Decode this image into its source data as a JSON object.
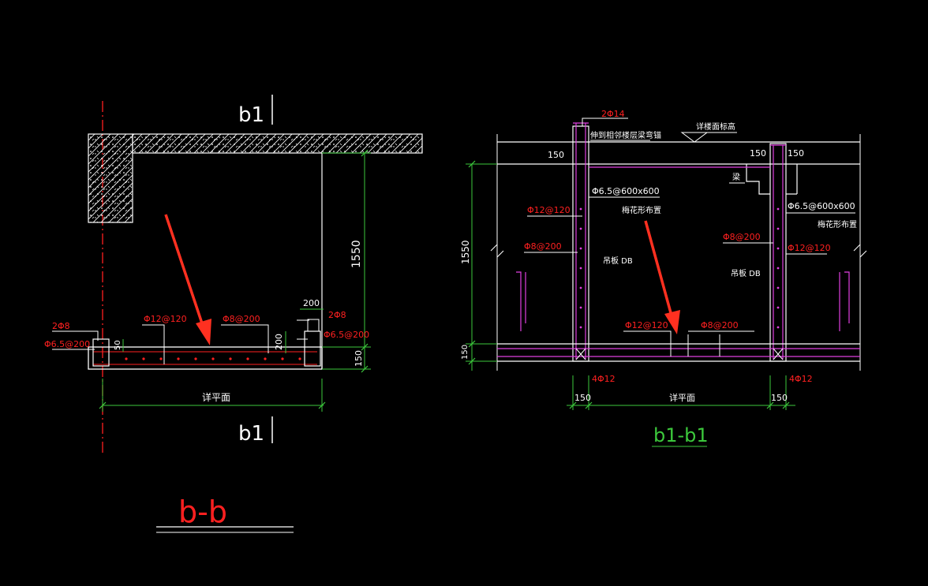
{
  "left_view": {
    "section_mark_top": "b1",
    "section_mark_bottom": "b1",
    "title": "b-b",
    "dims": {
      "height_1550": "1550",
      "slab_150": "150",
      "w200": "200",
      "h200": "200",
      "d50": "50"
    },
    "labels": {
      "l_2phi8": "2Φ8",
      "l_phi65_left": "Φ6.5@200",
      "l_phi12": "Φ12@120",
      "l_phi8": "Φ8@200",
      "l_2phi8_right": "2Φ8",
      "l_phi65_right": "Φ6.5@200",
      "plan_ref": "详平面"
    }
  },
  "right_view": {
    "title": "b1-b1",
    "dims": {
      "top_150_a": "150",
      "top_150_b": "150",
      "top_150_c": "150",
      "height_1550": "1550",
      "height_150": "150",
      "bot_150_a": "150",
      "bot_150_b": "150"
    },
    "labels": {
      "l_2phi14": "2Φ14",
      "l_anchor": "伸到相邻楼层梁弯锚",
      "l_elev": "详楼面标高",
      "l_beam": "梁",
      "l_phi65_left": "Φ6.5@600x600",
      "l_quincunx_left": "梅花形布置",
      "l_phi65_right": "Φ6.5@600x600",
      "l_quincunx_right": "梅花形布置",
      "l_phi12_left": "Φ12@120",
      "l_phi8_left": "Φ8@200",
      "l_db_left": "吊板 DB",
      "l_phi8_right": "Φ8@200",
      "l_phi12_right": "Φ12@120",
      "l_db_right": "吊板 DB",
      "l_phi12_bot": "Φ12@120",
      "l_phi8_bot": "Φ8@200",
      "l_4phi12_left": "4Φ12",
      "l_4phi12_right": "4Φ12",
      "plan_ref": "详平面"
    }
  },
  "colors": {
    "background": "#000000",
    "linework": "#ffffff",
    "rebar_text": "#ff2020",
    "dimension": "#3cc83c",
    "reinforcement_hatch": "#ff2020",
    "magenta_rebar": "#e040e0",
    "annotation_arrow": "#ff3020"
  }
}
